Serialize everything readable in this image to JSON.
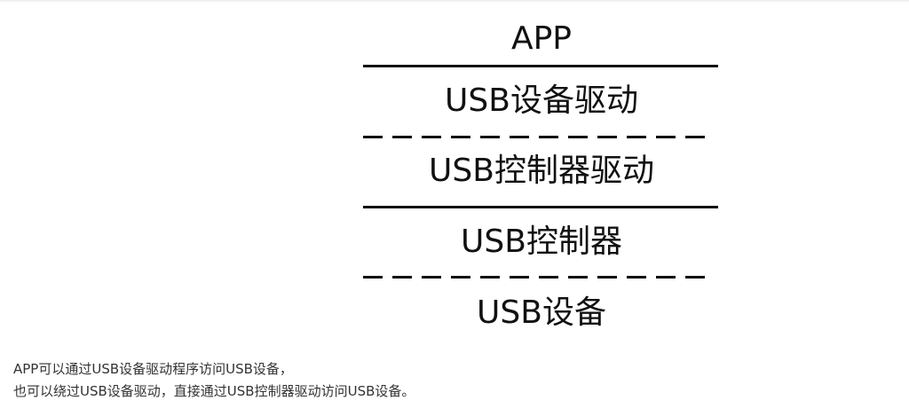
{
  "diagram": {
    "layers": {
      "app": "APP",
      "usb_device_driver": "USB设备驱动",
      "usb_controller_driver": "USB控制器驱动",
      "usb_controller": "USB控制器",
      "usb_device": "USB设备"
    },
    "separators": [
      "solid",
      "dashed",
      "solid",
      "dashed"
    ]
  },
  "caption": {
    "line1": "APP可以通过USB设备驱动程序访问USB设备，",
    "line2": "也可以绕过USB设备驱动，直接通过USB控制器驱动访问USB设备。"
  }
}
